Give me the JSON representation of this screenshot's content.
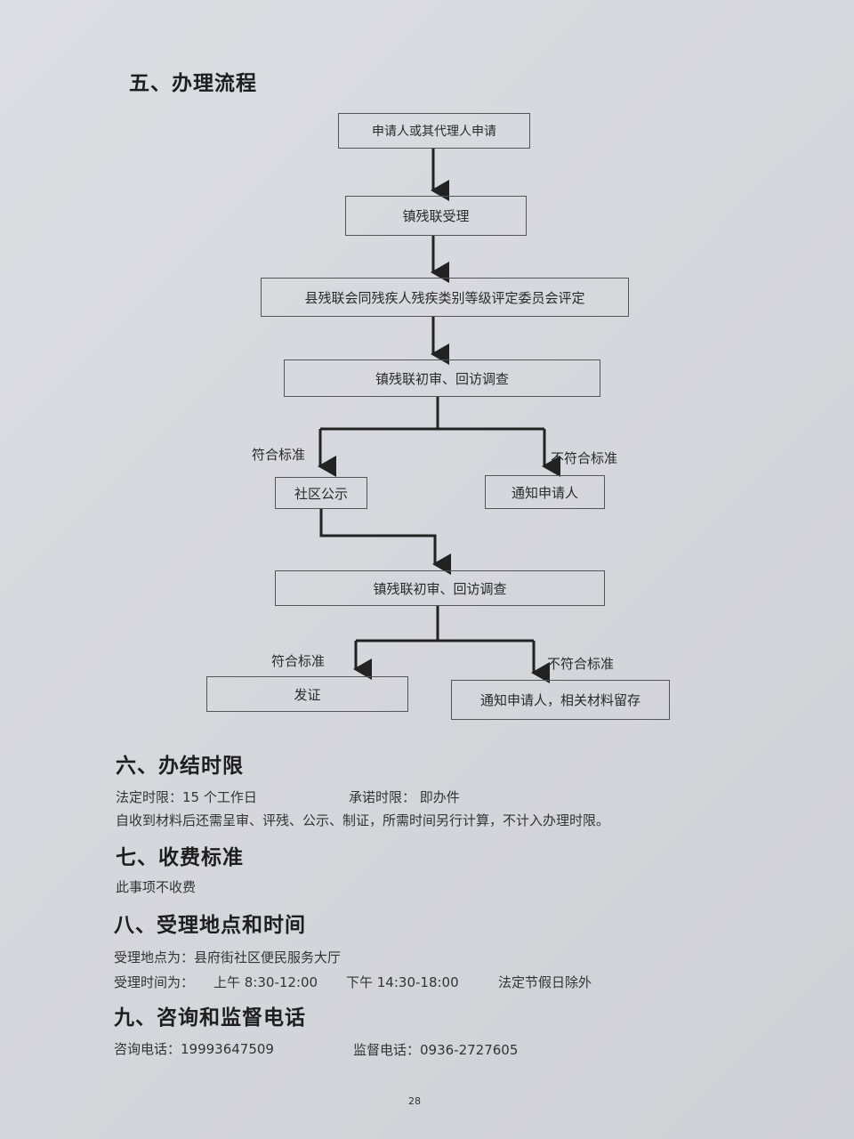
{
  "sections": {
    "process": {
      "title": "五、办理流程"
    },
    "time_limit": {
      "title": "六、办结时限",
      "legal_label": "法定时限：15 个工作日",
      "promise_label": "承诺时限：  即办件",
      "note": "自收到材料后还需呈审、评残、公示、制证，所需时间另行计算，不计入办理时限。"
    },
    "fee": {
      "title": "七、收费标准",
      "text": "此事项不收费"
    },
    "location": {
      "title": "八、受理地点和时间",
      "place": "受理地点为：县府街社区便民服务大厅",
      "time_label": "受理时间为：",
      "morning": "上午 8:30-12:00",
      "afternoon": "下午  14:30-18:00",
      "holiday": "法定节假日除外"
    },
    "contact": {
      "title": "九、咨询和监督电话",
      "consult": "咨询电话：19993647509",
      "supervise": "监督电话：0936-2727605"
    }
  },
  "flowchart": {
    "nodes": [
      "申请人或其代理人申请",
      "镇残联受理",
      "县残联会同残疾人残疾类别等级评定委员会评定",
      "镇残联初审、回访调查",
      "社区公示",
      "通知申请人",
      "镇残联初审、回访调查",
      "发证",
      "通知申请人，相关材料留存"
    ],
    "labels": {
      "pass": "符合标准",
      "fail": "不符合标准"
    }
  },
  "page_number": "28"
}
